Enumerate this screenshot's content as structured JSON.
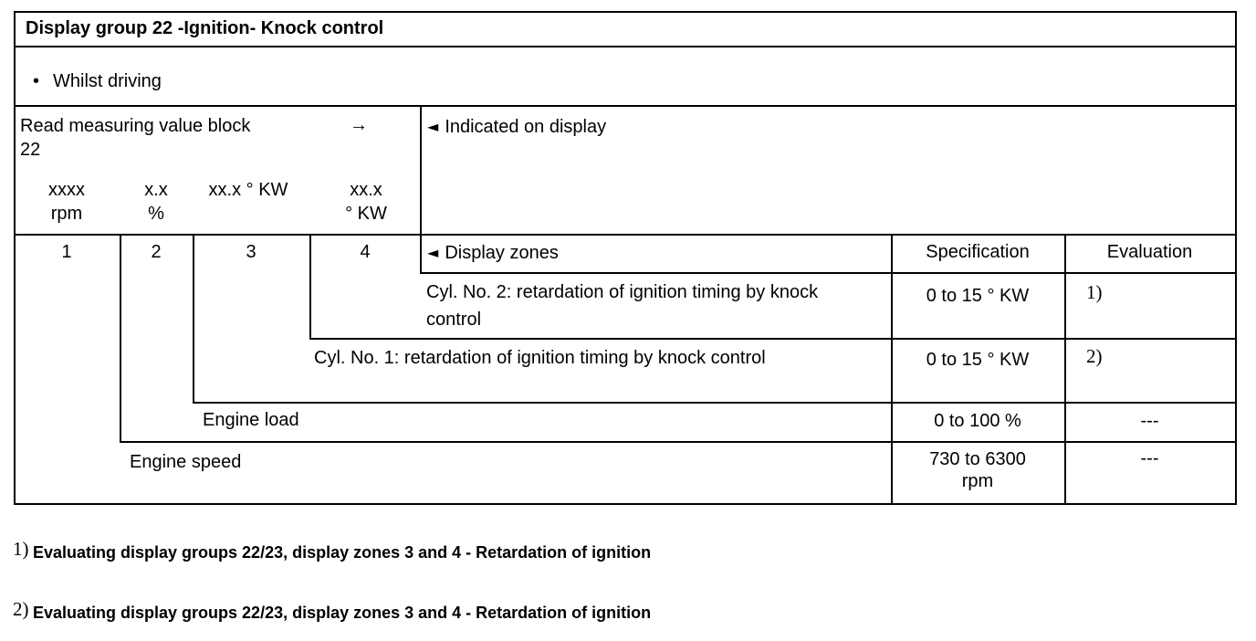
{
  "colors": {
    "ink": "#000000",
    "paper": "#ffffff"
  },
  "page": {
    "title": "Display group 22 -Ignition- Knock control",
    "condition": {
      "bullet": "•",
      "text": "Whilst driving"
    },
    "read_block": {
      "label_line1": "Read measuring value block",
      "label_line2": "22",
      "arrow_icon": "→",
      "display_columns": [
        {
          "line1": "xxxx",
          "line2": "rpm"
        },
        {
          "line1": "x.x",
          "line2": "%"
        },
        {
          "line1": "xx.x ° KW",
          "line2": ""
        },
        {
          "line1": "xx.x",
          "line2": "° KW"
        }
      ],
      "indicated_marker": "◄",
      "indicated_label": "Indicated on display"
    },
    "zones_header": {
      "zone_numbers": [
        "1",
        "2",
        "3",
        "4"
      ],
      "marker": "◄",
      "label": "Display zones",
      "specification": "Specification",
      "evaluation": "Evaluation"
    },
    "rows": [
      {
        "label": "Cyl. No. 2: retardation of ignition timing by knock control",
        "specification": "0 to 15 ° KW",
        "evaluation": "1)"
      },
      {
        "label": "Cyl. No. 1: retardation of ignition timing by knock control",
        "specification": "0 to 15 ° KW",
        "evaluation": "2)"
      },
      {
        "label": "Engine load",
        "specification": "0 to 100 %",
        "evaluation": "---"
      },
      {
        "label": "Engine speed",
        "specification": "730 to 6300 rpm",
        "evaluation": "---"
      }
    ],
    "footnotes": [
      {
        "marker": "1)",
        "text": "Evaluating display groups 22/23, display zones 3 and 4 - Retardation of ignition"
      },
      {
        "marker": "2)",
        "text": "Evaluating display groups 22/23, display zones 3 and 4 - Retardation of ignition"
      }
    ]
  }
}
